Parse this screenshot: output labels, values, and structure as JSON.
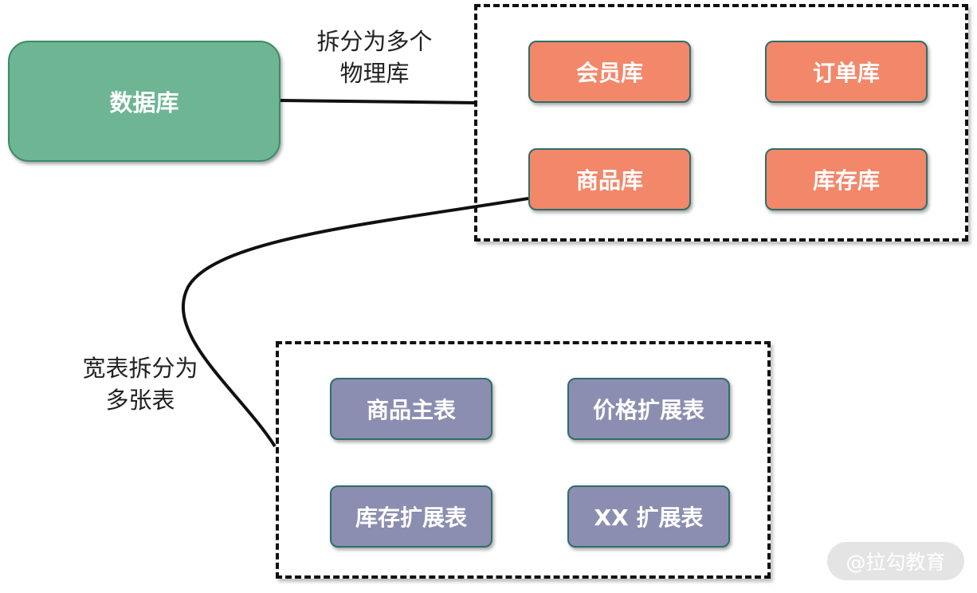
{
  "diagram": {
    "source": {
      "label": "数据库"
    },
    "split_db_label": {
      "line1": "拆分为多个",
      "line2": "物理库"
    },
    "physical_dbs": [
      "会员库",
      "订单库",
      "商品库",
      "库存库"
    ],
    "split_table_label": {
      "line1": "宽表拆分为",
      "line2": "多张表"
    },
    "tables": [
      "商品主表",
      "价格扩展表",
      "库存扩展表",
      "XX 扩展表"
    ],
    "watermark": "@拉勾教育"
  },
  "colors": {
    "source_fill": "#6db593",
    "physical_fill": "#f2876a",
    "table_fill": "#8b8eb0",
    "node_border": "#2f6e69",
    "line": "#111111"
  }
}
